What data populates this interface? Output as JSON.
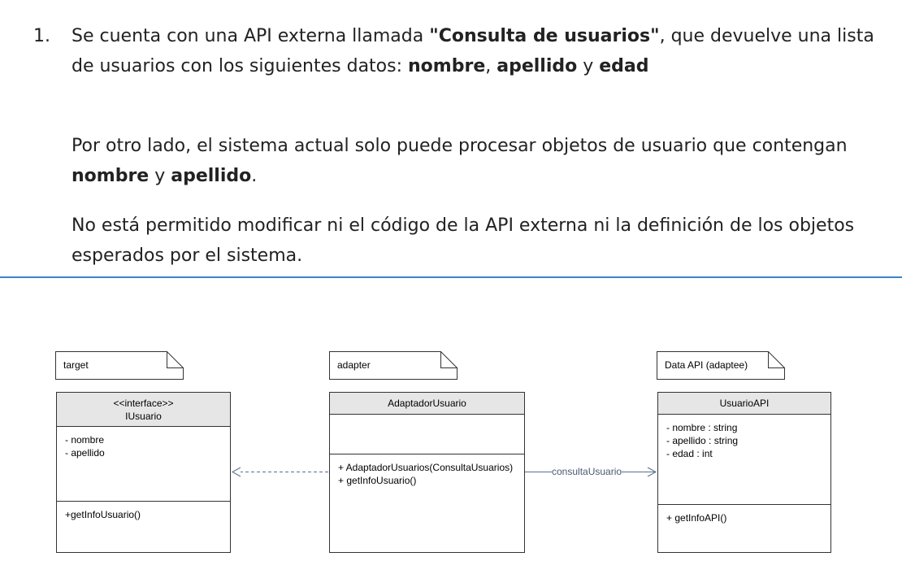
{
  "text": {
    "item_number": "1.",
    "p1": {
      "s1": "Se cuenta con una API externa llamada ",
      "b1": "\"Consulta de usuarios\"",
      "s2": ", que devuelve una lista de usuarios con los siguientes datos: ",
      "b2": "nombre",
      "s3": ", ",
      "b3": "apellido",
      "s4": " y ",
      "b4": "edad"
    },
    "p2": {
      "s1": "Por otro lado, el sistema actual solo puede procesar objetos de usuario que contengan ",
      "b1": "nombre",
      "s2": " y ",
      "b2": "apellido",
      "s3": "."
    },
    "p3": "No está permitido modificar ni el código de la API externa ni la definición de los objetos esperados por el sistema."
  },
  "colors": {
    "divider": "#3c84c4",
    "class_header": "#e6e6e6",
    "connector": "#5a6e8c"
  },
  "diagram": {
    "notes": {
      "target": "target",
      "adapter": "adapter",
      "adaptee": "Data API (adaptee)"
    },
    "iusuario": {
      "stereotype": "<<interface>>",
      "name": "IUsuario",
      "attributes": [
        "- nombre",
        "- apellido"
      ],
      "operations": [
        "+getInfoUsuario()"
      ]
    },
    "adaptador": {
      "name": "AdaptadorUsuario",
      "attributes": [],
      "operations": [
        "+ AdaptadorUsuarios(ConsultaUsuarios)",
        "+ getInfoUsuario()"
      ]
    },
    "usuarioapi": {
      "name": "UsuarioAPI",
      "attributes": [
        "- nombre : string",
        "- apellido : string",
        "- edad : int"
      ],
      "operations": [
        "+ getInfoAPI()"
      ]
    },
    "association_label": "consultaUsuario"
  }
}
